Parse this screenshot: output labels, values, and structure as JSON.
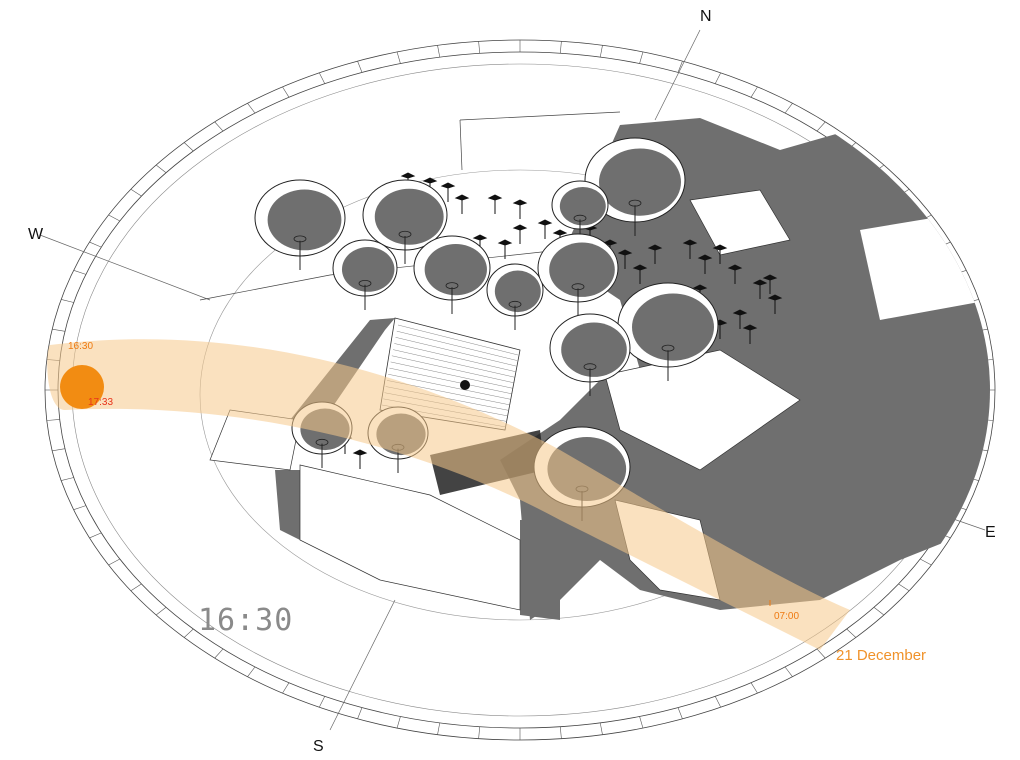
{
  "compass": {
    "north": "N",
    "east": "E",
    "south": "S",
    "west": "W"
  },
  "clock": {
    "time": "16:30"
  },
  "sun_path": {
    "date": "21 December",
    "current_time": "16:30",
    "sunset": "17:33",
    "sunrise": "07:00",
    "band_color": "#f5c98a",
    "sun_color": "#f28c12"
  },
  "colors": {
    "shadow": "#6f6f6f",
    "ground": "#ffffff",
    "roof": "#ffffff"
  }
}
